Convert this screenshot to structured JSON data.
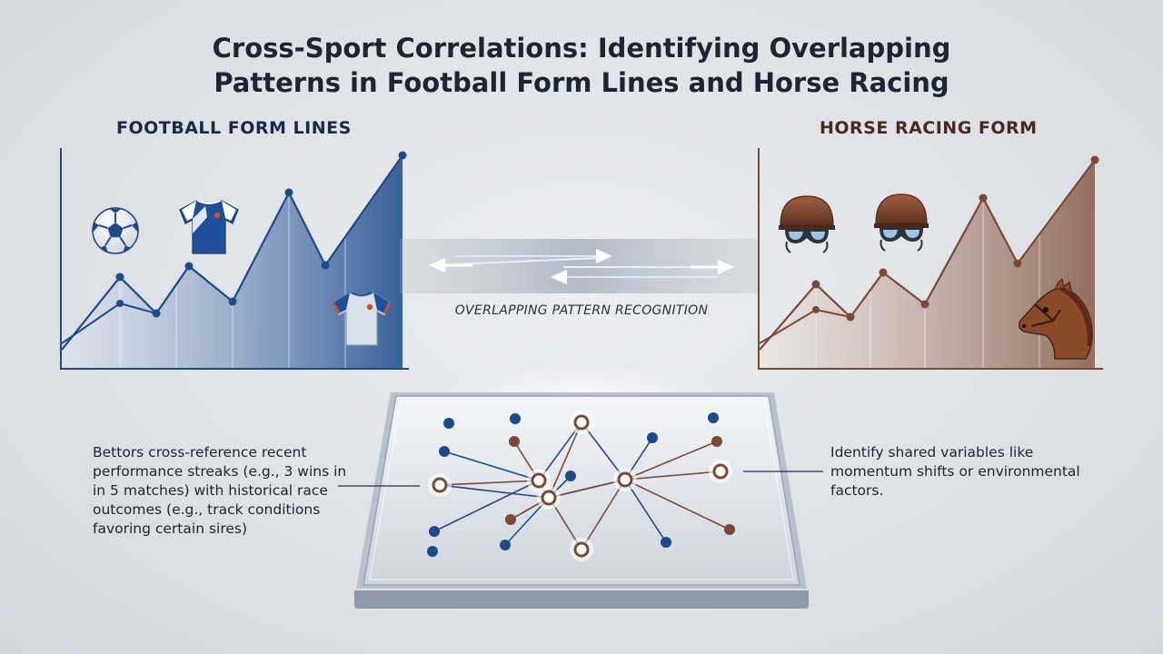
{
  "title": {
    "line1": "Cross-Sport Correlations: Identifying Overlapping",
    "line2": "Patterns in Football Form Lines and Horse Racing"
  },
  "football": {
    "label": "FOOTBALL FORM LINES",
    "icons": [
      "soccer-ball-icon",
      "jersey-icon",
      "jersey-icon"
    ],
    "color": "#1e4a8c"
  },
  "horse": {
    "label": "HORSE RACING FORM",
    "icons": [
      "jockey-helmet-icon",
      "jockey-helmet-icon",
      "horse-head-icon"
    ],
    "color": "#7a4a35"
  },
  "band": {
    "label": "OVERLAPPING PATTERN RECOGNITION"
  },
  "captions": {
    "left": "Bettors cross-reference recent performance streaks (e.g., 3 wins in  in 5 matches) with historical race outcomes (e.g., track conditions favoring certain sires)",
    "right": "Identify shared variables like momentum shifts or environmental factors."
  },
  "colors": {
    "background": "#e3e6ea",
    "football_blue": "#1e4a8c",
    "horse_brown": "#7a4a35",
    "title": "#1d2433"
  }
}
